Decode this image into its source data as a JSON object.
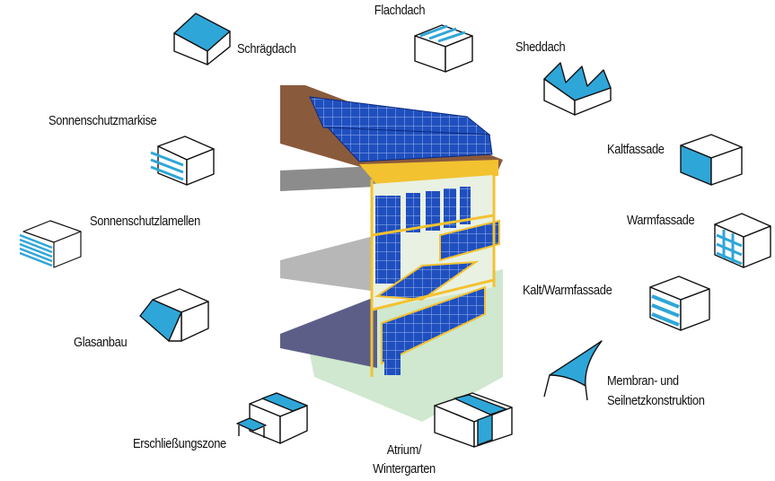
{
  "labels": {
    "flachdach": "Flachdach",
    "schraegdach": "Schrägdach",
    "sheddach": "Sheddach",
    "sonnenschutzmarkise": "Sonnenschutzmarkise",
    "kaltfassade": "Kaltfassade",
    "warmfassade": "Warmfassade",
    "sonnenschutzlamellen": "Sonnenschutzlamellen",
    "kalt_warmfassade": "Kalt/Warmfassade",
    "glasanbau": "Glasanbau",
    "membran_line1": "Membran- und",
    "membran_line2": "Seilnetzkonstruktion",
    "erschliessungszone": "Erschließungszone",
    "atrium_line1": "Atrium/",
    "atrium_line2": "Wintergarten"
  },
  "colors": {
    "pv_blue": "#1f4fbf",
    "icon_blue": "#2fa6d8",
    "frame_yellow": "#f2c231",
    "roof_brown": "#8a5a3c",
    "slab_grey": "#b7b7b7",
    "ground_green": "#cfe8cf"
  }
}
